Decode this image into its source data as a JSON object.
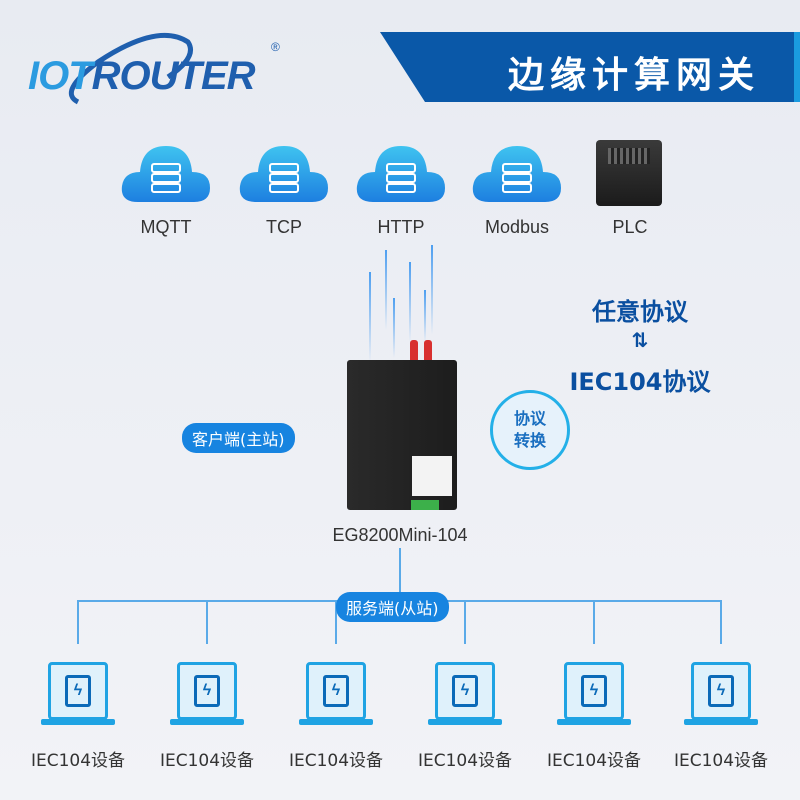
{
  "brand": {
    "logo_text": "IOTROUTER",
    "registered": "®"
  },
  "banner": {
    "title": "边缘计算网关"
  },
  "services": [
    {
      "label": "MQTT"
    },
    {
      "label": "TCP"
    },
    {
      "label": "HTTP"
    },
    {
      "label": "Modbus"
    },
    {
      "label": "PLC"
    }
  ],
  "gateway": {
    "role": "客户端(主站)",
    "model": "EG8200Mini-104"
  },
  "protocol": {
    "any": "任意协议",
    "arrows": "⇅",
    "iec": "IEC104协议",
    "conversion_line1": "协议",
    "conversion_line2": "转换"
  },
  "slaves": {
    "role": "服务端(从站)",
    "devices": [
      {
        "label": "IEC104设备"
      },
      {
        "label": "IEC104设备"
      },
      {
        "label": "IEC104设备"
      },
      {
        "label": "IEC104设备"
      },
      {
        "label": "IEC104设备"
      },
      {
        "label": "IEC104设备"
      }
    ]
  }
}
